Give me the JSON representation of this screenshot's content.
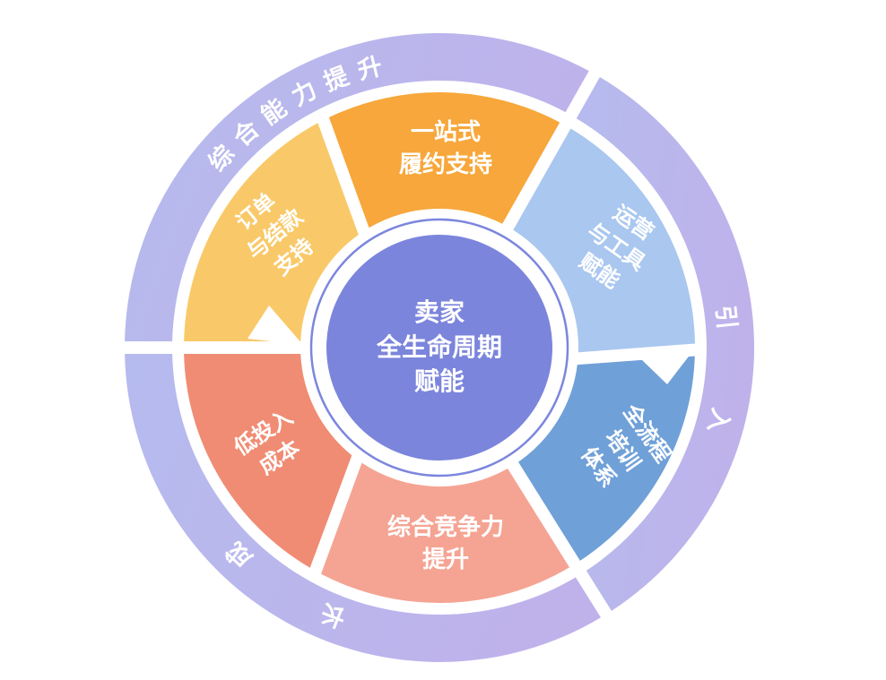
{
  "diagram": {
    "center": {
      "lines": [
        "卖家",
        "全生命周期",
        "赋能"
      ],
      "color": "#7B85DC",
      "ring_stroke_color": "#7C86DD"
    },
    "segments": [
      {
        "id": "fulfillment",
        "lines": [
          "一站式",
          "履约支持"
        ],
        "color": "#F7A73B"
      },
      {
        "id": "operations",
        "lines": [
          "运营",
          "与工具",
          "赋能"
        ],
        "color": "#A9C7EF"
      },
      {
        "id": "training",
        "lines": [
          "全流程",
          "培训",
          "体系"
        ],
        "color": "#6FA0D8"
      },
      {
        "id": "competitiveness",
        "lines": [
          "综合竞争力",
          "提升"
        ],
        "color": "#F5A493"
      },
      {
        "id": "low-cost",
        "lines": [
          "低投入",
          "成本"
        ],
        "color": "#F08C74"
      },
      {
        "id": "orders",
        "lines": [
          "订单",
          "与结款",
          "支持"
        ],
        "color": "#F9C969"
      }
    ],
    "outer_ring": {
      "labels": [
        {
          "id": "capability",
          "text": "综合能力提升"
        },
        {
          "id": "onboarding",
          "text": "引入"
        },
        {
          "id": "growth",
          "text": "成长"
        }
      ],
      "color_start": "#B5BBEE",
      "color_end": "#BFB2EB"
    },
    "flow_arrow_color": "#FFFFFF",
    "background": "#FFFFFF",
    "text_color": "#FFFFFF"
  }
}
